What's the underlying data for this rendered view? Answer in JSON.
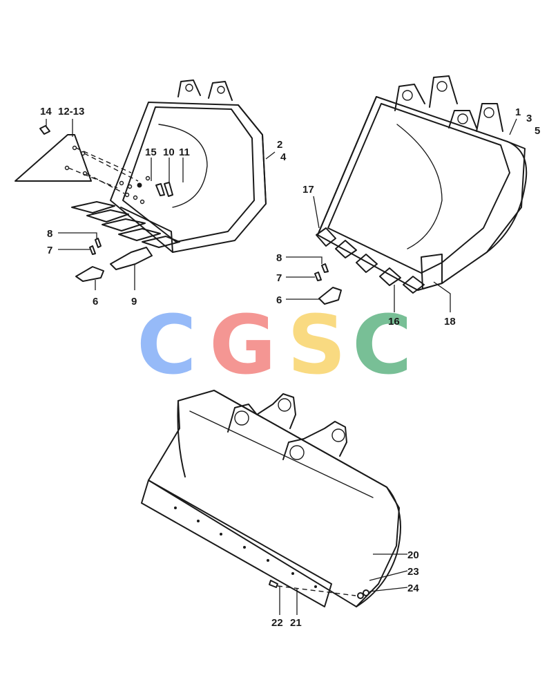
{
  "watermark": {
    "letters": [
      {
        "char": "C",
        "color": "#6fa0f6"
      },
      {
        "char": "G",
        "color": "#f06e6a"
      },
      {
        "char": "S",
        "color": "#f8cd52"
      },
      {
        "char": "C",
        "color": "#45a76e"
      }
    ]
  },
  "callouts": {
    "c14": "14",
    "c12_13": "12-13",
    "c15": "15",
    "c10": "10",
    "c11": "11",
    "c2": "2",
    "c4": "4",
    "c8a": "8",
    "c7a": "7",
    "c6a": "6",
    "c9": "9",
    "c1": "1",
    "c3": "3",
    "c5": "5",
    "c17": "17",
    "c8b": "8",
    "c7b": "7",
    "c6b": "6",
    "c16": "16",
    "c18": "18",
    "c20": "20",
    "c23": "23",
    "c24": "24",
    "c22": "22",
    "c21": "21"
  }
}
